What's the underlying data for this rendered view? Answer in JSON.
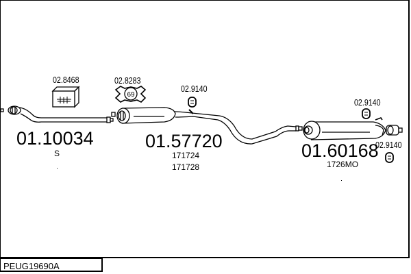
{
  "diagram": {
    "reference_code": "PEUG19690A",
    "parts": [
      {
        "part_number": "01.10034",
        "sublabels": [
          "S"
        ],
        "type": "front-pipe"
      },
      {
        "part_number": "01.57720",
        "sublabels": [
          "171724",
          "171728"
        ],
        "type": "middle-silencer"
      },
      {
        "part_number": "01.60168",
        "sublabels": [
          "1726MO"
        ],
        "type": "rear-silencer"
      }
    ],
    "accessories": [
      {
        "part_number": "02.8468",
        "type": "fitting-kit-box"
      },
      {
        "part_number": "02.8283",
        "type": "gasket-ring",
        "badge": "69"
      },
      {
        "part_number": "02.9140",
        "type": "rubber-hanger"
      },
      {
        "part_number": "02.9140",
        "type": "rubber-hanger"
      },
      {
        "part_number": "02.9140",
        "type": "rubber-hanger"
      }
    ]
  }
}
